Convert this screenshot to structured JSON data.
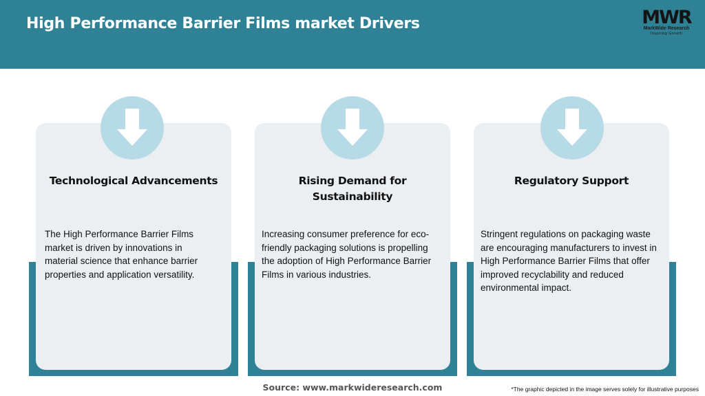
{
  "header": {
    "title": "High Performance Barrier Films market Drivers",
    "background_color": "#2f8196",
    "logo": {
      "mark_text": "MWR",
      "name": "MarkWide Research",
      "tagline": "Inspiring Growth"
    }
  },
  "cards": [
    {
      "icon": "arrow-down-icon",
      "title": "Technological Advancements",
      "body": "The High Performance Barrier Films market is driven by innovations in material science that enhance barrier properties and application versatility."
    },
    {
      "icon": "arrow-down-icon",
      "title": "Rising Demand for Sustainability",
      "body": "Increasing consumer preference for eco-friendly packaging solutions is propelling the adoption of High Performance Barrier Films in various industries."
    },
    {
      "icon": "arrow-down-icon",
      "title": "Regulatory Support",
      "body": "Stringent regulations on packaging waste are encouraging manufacturers to invest in High Performance Barrier Films that offer improved recyclability and reduced environmental impact."
    }
  ],
  "footer": {
    "source": "Source: www.markwideresearch.com",
    "disclaimer": "*The graphic depicted in the image serves solely for illustrative purposes"
  },
  "colors": {
    "accent": "#2f8196",
    "card_bg": "#eceff1",
    "icon_circle": "#b6dbe6"
  }
}
